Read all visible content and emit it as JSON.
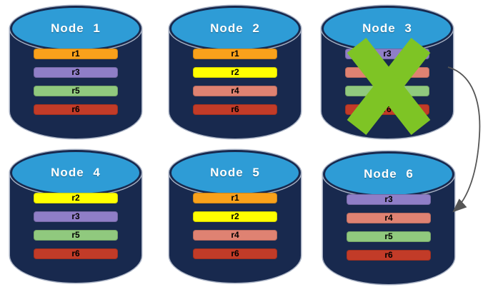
{
  "diagram": {
    "nodes": [
      {
        "label": "Node 1",
        "failed": false,
        "rows": [
          {
            "label": "r1",
            "color": "#F9A11B"
          },
          {
            "label": "r3",
            "color": "#8F7EC7"
          },
          {
            "label": "r5",
            "color": "#90C97E"
          },
          {
            "label": "r6",
            "color": "#C23B28"
          }
        ]
      },
      {
        "label": "Node 2",
        "failed": false,
        "rows": [
          {
            "label": "r1",
            "color": "#F9A11B"
          },
          {
            "label": "r2",
            "color": "#FFFF00"
          },
          {
            "label": "r4",
            "color": "#DF8272"
          },
          {
            "label": "r6",
            "color": "#C23B28"
          }
        ]
      },
      {
        "label": "Node 3",
        "failed": true,
        "rows": [
          {
            "label": "r3",
            "color": "#8F7EC7"
          },
          {
            "label": "r4",
            "color": "#DF8272"
          },
          {
            "label": "r5",
            "color": "#90C97E"
          },
          {
            "label": "r6",
            "color": "#C23B28"
          }
        ]
      },
      {
        "label": "Node 4",
        "failed": false,
        "rows": [
          {
            "label": "r2",
            "color": "#FFFF00"
          },
          {
            "label": "r3",
            "color": "#8F7EC7"
          },
          {
            "label": "r5",
            "color": "#90C97E"
          },
          {
            "label": "r6",
            "color": "#C23B28"
          }
        ]
      },
      {
        "label": "Node 5",
        "failed": false,
        "rows": [
          {
            "label": "r1",
            "color": "#F9A11B"
          },
          {
            "label": "r2",
            "color": "#FFFF00"
          },
          {
            "label": "r4",
            "color": "#DF8272"
          },
          {
            "label": "r6",
            "color": "#C23B28"
          }
        ]
      },
      {
        "label": "Node 6",
        "failed": false,
        "rows": [
          {
            "label": "r3",
            "color": "#8F7EC7"
          },
          {
            "label": "r4",
            "color": "#DF8272"
          },
          {
            "label": "r5",
            "color": "#90C97E"
          },
          {
            "label": "r6",
            "color": "#C23B28"
          }
        ]
      }
    ],
    "failure_mark": {
      "on_node": "Node 3",
      "color": "#7EC425"
    },
    "arrow": {
      "from": "Node 3",
      "to": "Node 6",
      "color": "#555555"
    },
    "palette": {
      "cylinder_body": "#18294E",
      "cylinder_top": "#2E9CD6",
      "cylinder_outline": "#A9B2C4",
      "title_text": "#FFFFFF",
      "row_text": "#000000"
    }
  }
}
